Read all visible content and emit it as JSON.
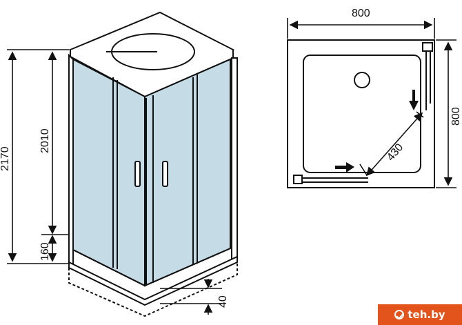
{
  "dimensions": {
    "total_height": "2170",
    "door_height": "2010",
    "tray_height": "160",
    "gap": "40",
    "width": "800",
    "depth": "800",
    "diagonal_opening": "430"
  },
  "watermark": {
    "text": "teh.by",
    "icon": "check-circle-icon"
  },
  "colors": {
    "glass": "#c5dbe6",
    "line": "#111111",
    "badge": "#e2541b"
  }
}
